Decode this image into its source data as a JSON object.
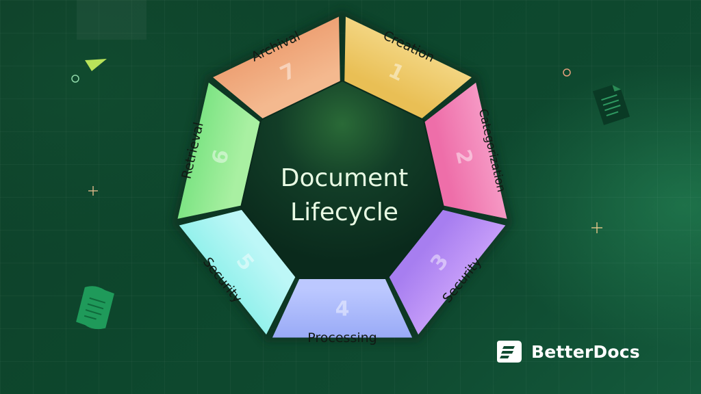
{
  "center": {
    "line1": "Document",
    "line2": "Lifecycle"
  },
  "stages": [
    {
      "number": "1",
      "label": "Creation",
      "color_top": "#f6dc8f",
      "color_bottom": "#e9bf55"
    },
    {
      "number": "2",
      "label": "Categorization",
      "color_top": "#f8a6cd",
      "color_bottom": "#ee6ea9"
    },
    {
      "number": "3",
      "label": "Security",
      "color_top": "#cfa6fb",
      "color_bottom": "#a77ef0"
    },
    {
      "number": "4",
      "label": "Processing",
      "color_top": "#8da0f3",
      "color_bottom": "#bcc8ff"
    },
    {
      "number": "5",
      "label": "Security",
      "color_top": "#86efe8",
      "color_bottom": "#bdf7f7"
    },
    {
      "number": "6",
      "label": "Retrieval",
      "color_top": "#6fe07a",
      "color_bottom": "#a9f0a2"
    },
    {
      "number": "7",
      "label": "Archival",
      "color_top": "#ec9a6c",
      "color_bottom": "#f4b98f"
    }
  ],
  "brand": {
    "name": "BetterDocs"
  },
  "colors": {
    "background": "#0d472d",
    "hub": "#0b2f20",
    "accent": "#a8e05a"
  }
}
